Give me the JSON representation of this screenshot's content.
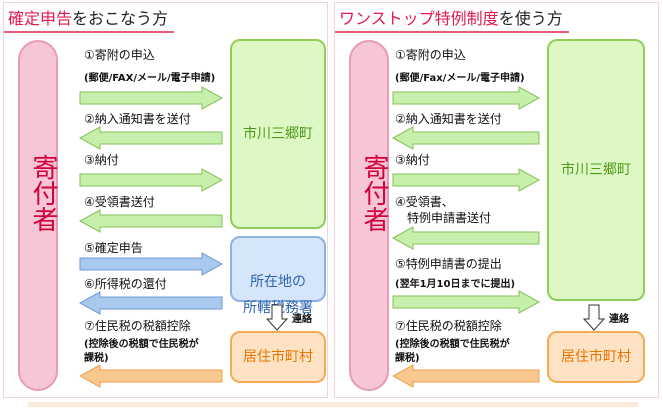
{
  "left": {
    "title_main": "確定申告",
    "title_suffix": "をおこなう方",
    "donor": "寄付者",
    "city_box": "市川三郷町",
    "tax_office_box": "所在地の\n所轄税務署",
    "municipality_box": "居住市町村",
    "renraku": "連絡",
    "steps": {
      "s1": "①寄附の申込",
      "s1_sub": "(郵便/FAX/メール/電子申請)",
      "s2": "②納入通知書を送付",
      "s3": "③納付",
      "s4": "④受領書送付",
      "s5": "⑤確定申告",
      "s6": "⑥所得税の還付",
      "s7": "⑦住民税の税額控除",
      "s7_sub1": "(控除後の税額で住民税が",
      "s7_sub2": "課税)"
    }
  },
  "right": {
    "title_main": "ワンストップ特例制度",
    "title_suffix": "を使う方",
    "donor": "寄付者",
    "city_box": "市川三郷町",
    "municipality_box": "居住市町村",
    "renraku": "連絡",
    "steps": {
      "s1": "①寄附の申込",
      "s1_sub": "(郵便/Fax/メール/電子申請)",
      "s2": "②納入通知書を送付",
      "s3": "③納付",
      "s4a": "④受領書、",
      "s4b": "特例申請書送付",
      "s5": "⑤特例申請書の提出",
      "s5_sub": "(翌年1月10日までに提出)",
      "s7": "⑦住民税の税額控除",
      "s7_sub1": "(控除後の税額で住民税が",
      "s7_sub2": "課税)"
    }
  }
}
